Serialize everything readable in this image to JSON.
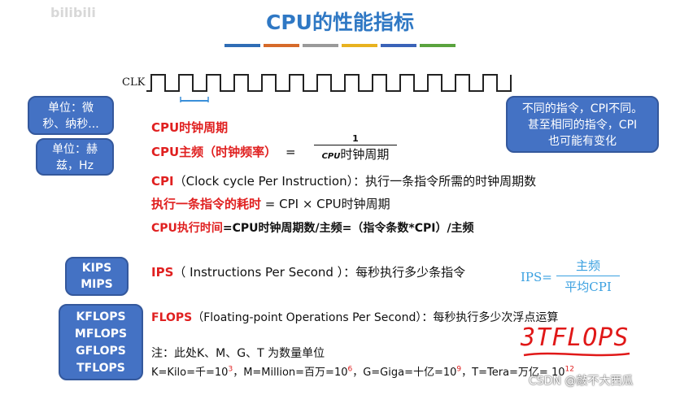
{
  "title": "CPU的性能指标",
  "color_bars": [
    "#2f6db5",
    "#d66a2a",
    "#9a9a9a",
    "#e8b21f",
    "#3a63b8",
    "#5aa33e"
  ],
  "clk_label": "CLK",
  "bubbles": {
    "unit1": [
      "单位：微",
      "秒、纳秒..."
    ],
    "unit2": [
      "单位：赫",
      "兹，Hz"
    ],
    "cpi_note": [
      "不同的指令，CPI不同。",
      "甚至相同的指令，CPI",
      "也可能有变化"
    ],
    "kips": [
      "KIPS",
      "MIPS"
    ],
    "flops": [
      "KFLOPS",
      "MFLOPS",
      "GFLOPS",
      "TFLOPS"
    ]
  },
  "lines": {
    "period": "CPU时钟周期",
    "freq_label": "CPU主频（时钟频率）",
    "freq_eq": "=",
    "freq_num": "1",
    "freq_den_a": "CPU",
    "freq_den_b": "时钟周期",
    "cpi_red": "CPI",
    "cpi_rest": "（Clock cycle Per Instruction）：执行一条指令所需的时钟周期数",
    "cost_red": "执行一条指令的耗时",
    "cost_rest": " = CPI × CPU时钟周期",
    "exec_red": "CPU执行时间",
    "exec_rest": "=CPU时钟周期数/主频=（指令条数*CPI）/主频",
    "ips_red": "IPS",
    "ips_rest": "（ Instructions Per Second ）：每秒执行多少条指令",
    "flops_red": "FLOPS",
    "flops_rest": "（Floating-point Operations Per Second）：每秒执行多少次浮点运算",
    "note": "注：此处K、M、G、T 为数量单位",
    "units_k": "K=Kilo=千=10",
    "units_k_exp": "3",
    "units_m": "，M=Million=百万=10",
    "units_m_exp": "6",
    "units_g": "，G=Giga=十亿=10",
    "units_g_exp": "9",
    "units_t": "，T=Tera=万亿= 10",
    "units_t_exp": "12"
  },
  "ips_formula": {
    "lhs": "IPS=",
    "num": "主频",
    "den": "平均CPI"
  },
  "handwriting": "3TFLOPS",
  "watermark": "bilibili",
  "csdn": "CSDN @敲不大西瓜"
}
